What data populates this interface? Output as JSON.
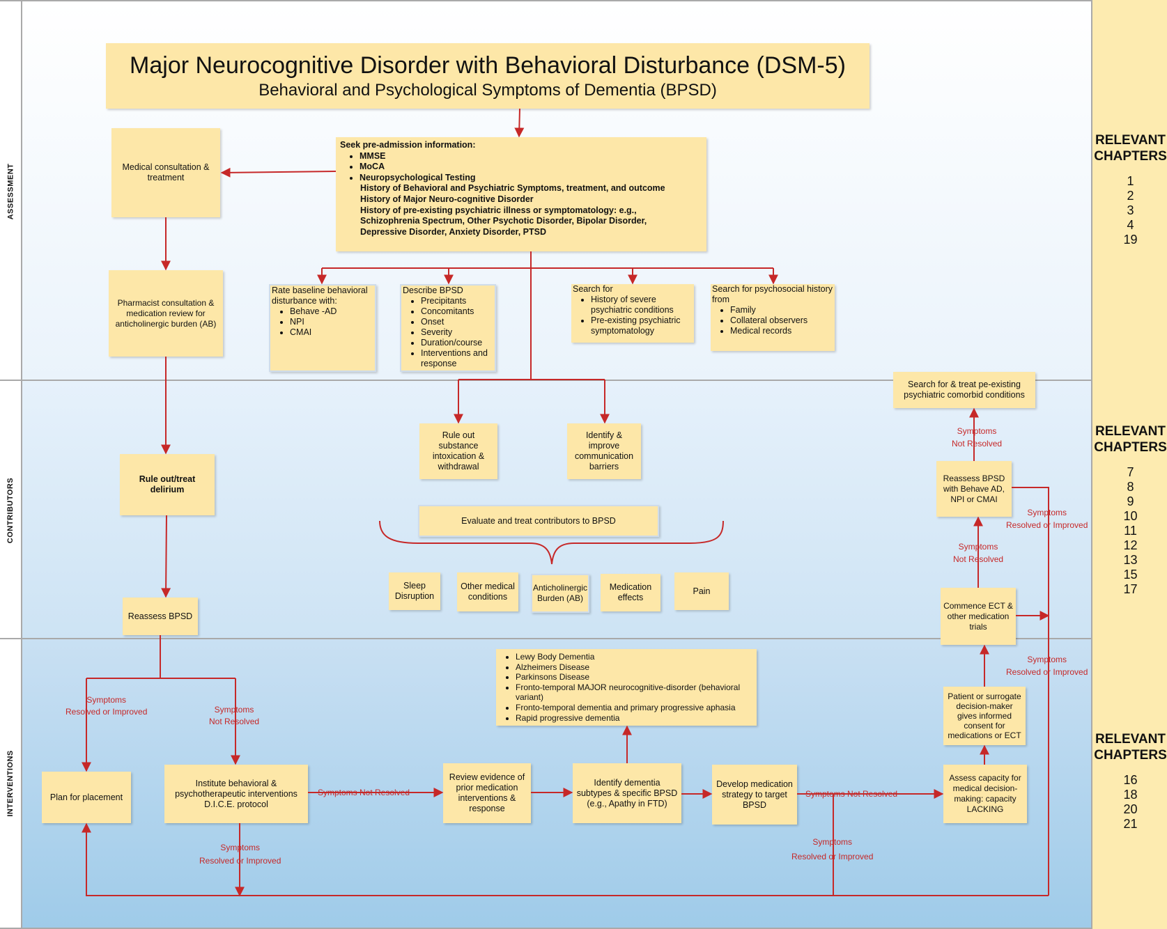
{
  "title": {
    "main": "Major Neurocognitive Disorder with Behavioral Disturbance (DSM-5)",
    "sub": "Behavioral and Psychological Symptoms of Dementia (BPSD)"
  },
  "lanes": {
    "assessment": "ASSESSMENT",
    "contributors": "CONTRIBUTORS",
    "interventions": "INTERVENTIONS"
  },
  "chapters": {
    "heading_line1": "RELEVANT",
    "heading_line2": "CHAPTERS",
    "assessment": [
      "1",
      "2",
      "3",
      "4",
      "19"
    ],
    "contributors": [
      "7",
      "8",
      "9",
      "10",
      "11",
      "12",
      "13",
      "15",
      "17"
    ],
    "interventions": [
      "16",
      "18",
      "20",
      "21"
    ]
  },
  "assessment": {
    "medical_consult": "Medical consultation & treatment",
    "preadmission": {
      "head": "Seek pre-admission information:",
      "bullets": [
        "MMSE",
        "MoCA",
        "Neuropsychological Testing"
      ],
      "lines": [
        "History of Behavioral and Psychiatric Symptoms, treatment, and outcome",
        "History of Major Neuro-cognitive Disorder",
        "History of pre-existing psychiatric illness or symptomatology: e.g.,",
        "Schizophrenia Spectrum, Other Psychotic Disorder, Bipolar Disorder,",
        "Depressive Disorder, Anxiety Disorder, PTSD"
      ]
    },
    "pharmacist": "Pharmacist consultation & medication review for anticholinergic burden (AB)",
    "rate_baseline": {
      "head": "Rate baseline behavioral disturbance with:",
      "items": [
        "Behave -AD",
        "NPI",
        "CMAI"
      ]
    },
    "describe_bpsd": {
      "head": "Describe BPSD",
      "items": [
        "Precipitants",
        "Concomitants",
        "Onset",
        "Severity",
        "Duration/course",
        "Interventions and response"
      ]
    },
    "search_for": {
      "head": "Search for",
      "items": [
        "History of severe psychiatric conditions",
        "Pre-existing psychiatric symptomatology"
      ]
    },
    "search_psychosocial": {
      "head": "Search for psychosocial history from",
      "items": [
        "Family",
        "Collateral observers",
        "Medical records"
      ]
    }
  },
  "contributors": {
    "rule_out_delirium": "Rule out/treat delirium",
    "reassess_bpsd": "Reassess BPSD",
    "rule_out_substance": "Rule out substance intoxication & withdrawal",
    "identify_communication": "Identify & improve communication barriers",
    "evaluate_contributors": "Evaluate and treat contributors to BPSD",
    "factors": [
      "Sleep Disruption",
      "Other medical conditions",
      "Anticholinergic Burden (AB)",
      "Medication effects",
      "Pain"
    ],
    "search_treat_comorbid": "Search for & treat pe-existing psychiatric comorbid conditions",
    "reassess_behave": "Reassess BPSD with Behave AD, NPI or CMAI",
    "commence_ect": "Commence ECT & other medication trials"
  },
  "interventions": {
    "plan_placement": "Plan for placement",
    "institute_behavioral": "Institute behavioral & psychotherapeutic interventions D.I.C.E. protocol",
    "review_evidence": "Review evidence of prior medication interventions & response",
    "identify_subtypes": "Identify dementia subtypes & specific BPSD (e.g., Apathy in FTD)",
    "develop_strategy": "Develop medication strategy to target BPSD",
    "assess_capacity": "Assess capacity for medical decision-making: capacity LACKING",
    "informed_consent": "Patient or surrogate decision-maker gives informed consent for medications or ECT",
    "dementia_subtypes": [
      "Lewy Body Dementia",
      "Alzheimers Disease",
      "Parkinsons Disease",
      "Fronto-temporal MAJOR neurocognitive-disorder (behavioral variant)",
      "Fronto-temporal dementia and primary progressive aphasia",
      "Rapid progressive dementia"
    ]
  },
  "edge_labels": {
    "symptoms": "Symptoms",
    "resolved": "Resolved or Improved",
    "not_resolved": "Not Resolved",
    "symptoms_not_resolved": "Symptoms Not Resolved"
  },
  "colors": {
    "box_fill": "#fde7a8",
    "arrow_red": "#c62828",
    "chapters_bg": "#fdebb0",
    "lane_border": "#a9a9a9"
  }
}
